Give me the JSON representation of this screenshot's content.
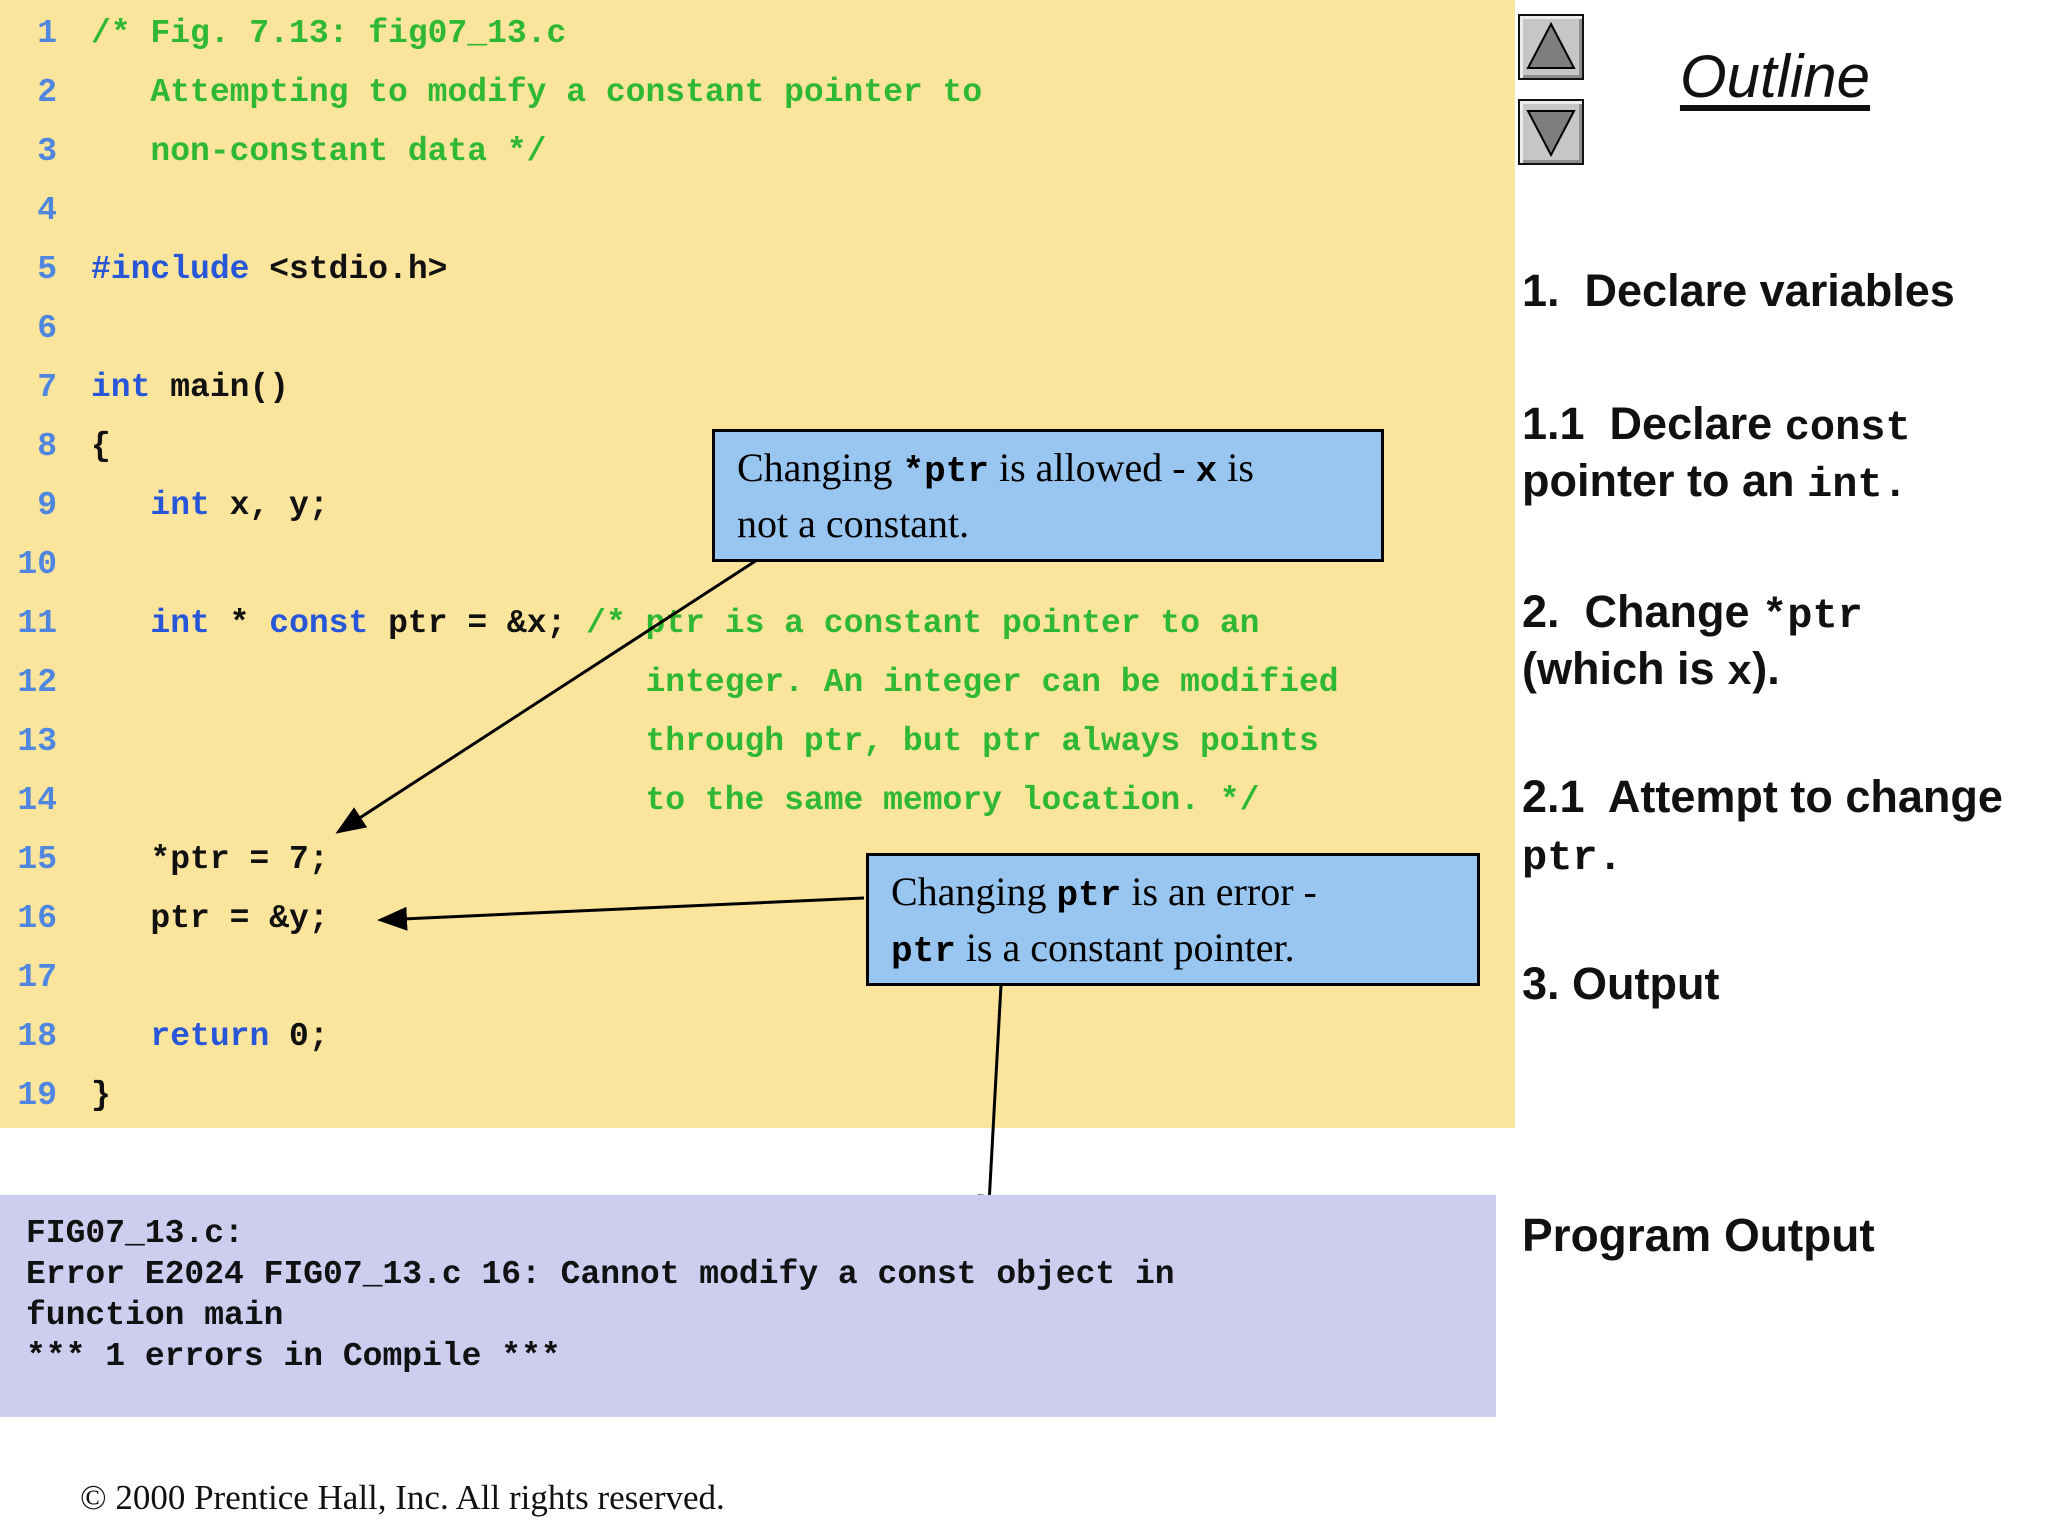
{
  "colors": {
    "code_background": "#FBE49C",
    "output_background": "#CDCDF0",
    "callout_background": "#98C6F0",
    "line_number_blue": "#4E86E0",
    "keyword_blue": "#2757D8",
    "comment_green": "#2FB832",
    "code_text": "#111111"
  },
  "code": {
    "lines": [
      {
        "n": "1",
        "t": [
          [
            "c",
            "/* Fig. 7.13: fig07_13.c"
          ]
        ]
      },
      {
        "n": "2",
        "t": [
          [
            "c",
            "   Attempting to modify a constant pointer to"
          ]
        ]
      },
      {
        "n": "3",
        "t": [
          [
            "c",
            "   non-constant data */"
          ]
        ]
      },
      {
        "n": "4",
        "t": []
      },
      {
        "n": "5",
        "t": [
          [
            "k",
            "#include"
          ],
          [
            "p",
            " <stdio.h>"
          ]
        ]
      },
      {
        "n": "6",
        "t": []
      },
      {
        "n": "7",
        "t": [
          [
            "k",
            "int"
          ],
          [
            "p",
            " main()"
          ]
        ]
      },
      {
        "n": "8",
        "t": [
          [
            "p",
            "{"
          ]
        ]
      },
      {
        "n": "9",
        "t": [
          [
            "p",
            "   "
          ],
          [
            "k",
            "int"
          ],
          [
            "p",
            " x, y;"
          ]
        ]
      },
      {
        "n": "10",
        "t": []
      },
      {
        "n": "11",
        "t": [
          [
            "p",
            "   "
          ],
          [
            "k",
            "int"
          ],
          [
            "p",
            " * "
          ],
          [
            "k",
            "const"
          ],
          [
            "p",
            " ptr = &x; "
          ],
          [
            "c",
            "/* ptr is a constant pointer to an"
          ]
        ]
      },
      {
        "n": "12",
        "t": [
          [
            "c",
            "                            integer. An integer can be modified"
          ]
        ]
      },
      {
        "n": "13",
        "t": [
          [
            "c",
            "                            through ptr, but ptr always points"
          ]
        ]
      },
      {
        "n": "14",
        "t": [
          [
            "c",
            "                            to the same memory location. */"
          ]
        ]
      },
      {
        "n": "15",
        "t": [
          [
            "p",
            "   *ptr = 7;"
          ]
        ]
      },
      {
        "n": "16",
        "t": [
          [
            "p",
            "   ptr = &y;"
          ]
        ]
      },
      {
        "n": "17",
        "t": []
      },
      {
        "n": "18",
        "t": [
          [
            "p",
            "   "
          ],
          [
            "k",
            "return"
          ],
          [
            "p",
            " 0;"
          ]
        ]
      },
      {
        "n": "19",
        "t": [
          [
            "p",
            "}"
          ]
        ]
      }
    ]
  },
  "callouts": [
    {
      "name": "changing-deref-ptr-note",
      "lines": [
        [
          [
            "s",
            "Changing "
          ],
          [
            "m",
            "*ptr"
          ],
          [
            "s",
            " is allowed - "
          ],
          [
            "m",
            "x"
          ],
          [
            "s",
            " is"
          ]
        ],
        [
          [
            "s",
            "not a constant."
          ]
        ]
      ]
    },
    {
      "name": "changing-ptr-note",
      "lines": [
        [
          [
            "s",
            "Changing "
          ],
          [
            "m",
            "ptr"
          ],
          [
            "s",
            " is an error -"
          ]
        ],
        [
          [
            "m",
            "ptr"
          ],
          [
            "s",
            " is a constant pointer."
          ]
        ]
      ]
    }
  ],
  "outline": {
    "title": "Outline",
    "items": [
      {
        "lines": [
          [
            [
              "s",
              "1.  Declare variables"
            ]
          ]
        ]
      },
      {
        "lines": [
          [
            [
              "s",
              "1.1  Declare "
            ],
            [
              "m",
              "const"
            ]
          ],
          [
            [
              "s",
              "pointer to an "
            ],
            [
              "m",
              "int."
            ]
          ]
        ]
      },
      {
        "lines": [
          [
            [
              "s",
              "2.  Change "
            ],
            [
              "m",
              "*ptr"
            ]
          ],
          [
            [
              "s",
              "(which is "
            ],
            [
              "m",
              "x"
            ],
            [
              "s",
              ")."
            ]
          ]
        ]
      },
      {
        "lines": [
          [
            [
              "s",
              "2.1  Attempt to change"
            ]
          ],
          [
            [
              "m",
              "ptr."
            ]
          ]
        ]
      },
      {
        "lines": [
          [
            [
              "s",
              "3. Output"
            ]
          ]
        ]
      }
    ]
  },
  "output": {
    "label": "Program Output",
    "lines": [
      "FIG07_13.c:",
      "Error E2024 FIG07_13.c 16: Cannot modify a const object in",
      "function main",
      "*** 1 errors in Compile ***"
    ]
  },
  "footer": {
    "text": "© 2000 Prentice Hall, Inc.  All rights reserved."
  }
}
